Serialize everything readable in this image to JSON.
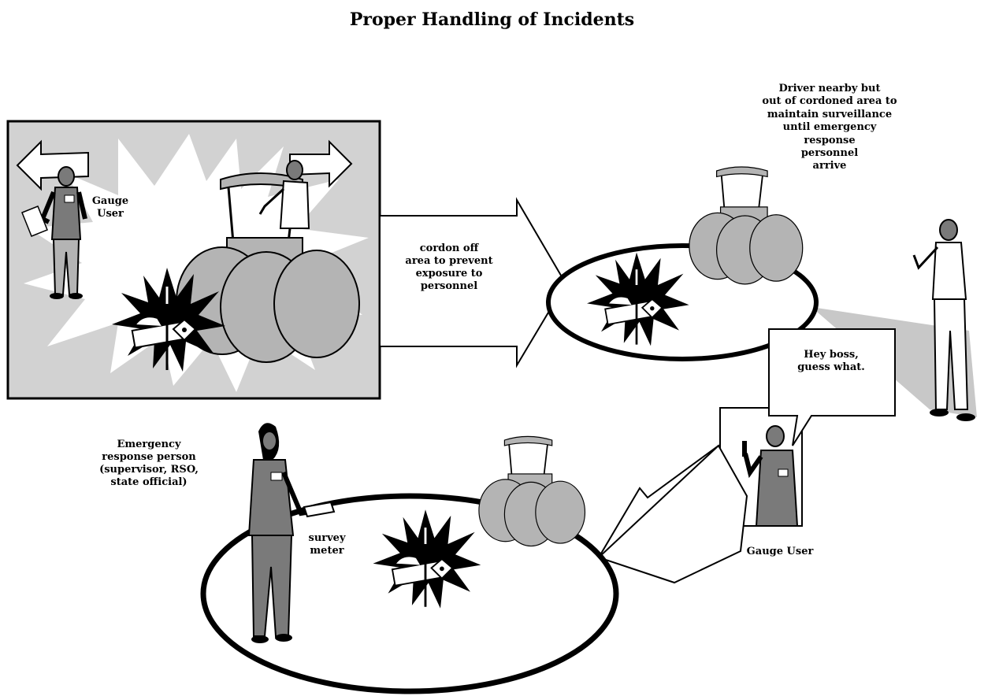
{
  "title": "Proper Handling of Incidents",
  "panels": {
    "incident": {
      "label_gauge_user": [
        "Gauge",
        "User"
      ]
    },
    "cordon": {
      "label": [
        "cordon off",
        "area to prevent",
        "exposure to",
        "personnel"
      ]
    },
    "driver": {
      "label": [
        "Driver nearby but",
        "out of cordoned area to",
        "maintain surveillance",
        "until emergency",
        "response",
        "personnel",
        "arrive"
      ]
    },
    "phone": {
      "speech": [
        "Hey boss,",
        "guess what."
      ],
      "label": "Gauge User"
    },
    "emergency": {
      "label": [
        "Emergency",
        "response person",
        "(supervisor, RSO,",
        "state official)"
      ],
      "meter_label": [
        "survey",
        "meter"
      ]
    }
  },
  "colors": {
    "gray": "#b4b4b4",
    "dark": "#7a7a7a",
    "black": "#000000",
    "white": "#ffffff"
  },
  "icons": [
    "worker-figure-icon",
    "roller-compactor-icon",
    "damaged-gauge-icon",
    "radiation-symbol-icon",
    "phone-icon",
    "survey-meter-icon"
  ]
}
